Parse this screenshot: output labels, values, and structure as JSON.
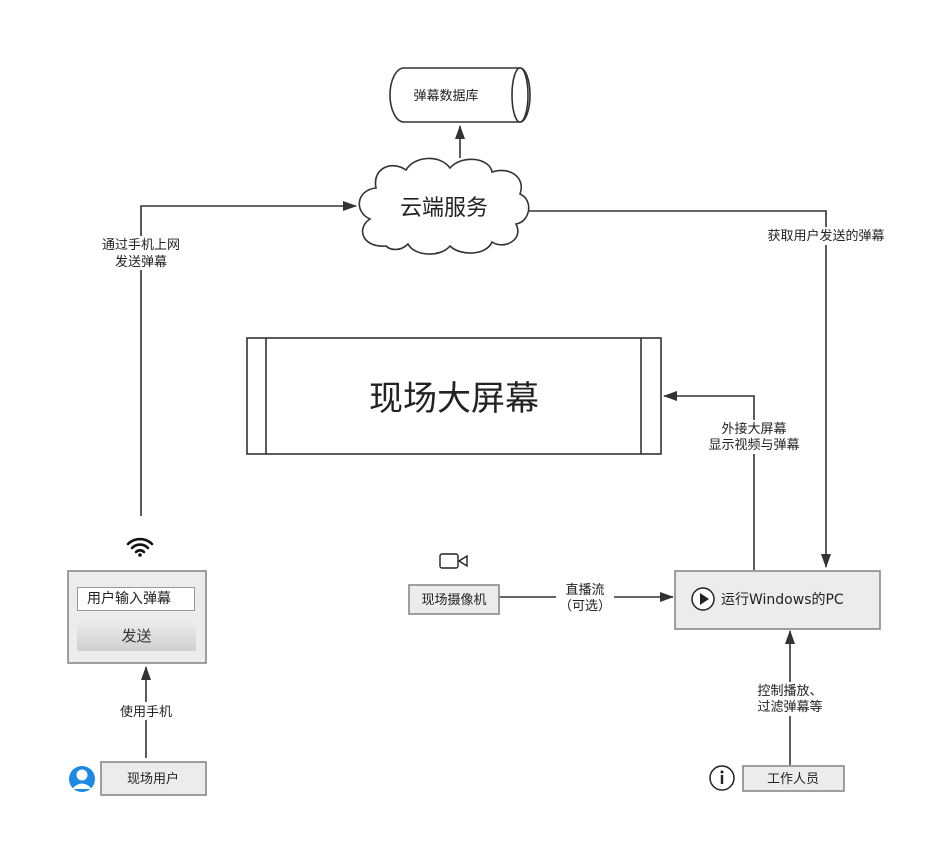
{
  "nodes": {
    "database": "弹幕数据库",
    "cloud": "云端服务",
    "big_screen": "现场大屏幕",
    "camera": "现场摄像机",
    "pc": "运行Windows的PC",
    "user": "现场用户",
    "staff": "工作人员"
  },
  "phone": {
    "input_placeholder": "用户输入弹幕",
    "send_label": "发送"
  },
  "edges": {
    "phone_to_cloud": [
      "通过手机上网",
      "发送弹幕"
    ],
    "cloud_to_pc": [
      "获取用户发送的弹幕"
    ],
    "pc_to_screen": [
      "外接大屏幕",
      "显示视频与弹幕"
    ],
    "camera_to_pc": [
      "直播流",
      "（可选）"
    ],
    "staff_to_pc": [
      "控制播放、",
      "过滤弹幕等"
    ],
    "user_to_phone": [
      "使用手机"
    ]
  },
  "icons": {
    "wifi": "wifi-icon",
    "camera": "video-camera-icon",
    "play": "play-icon",
    "user": "user-avatar-icon",
    "info": "info-icon"
  }
}
